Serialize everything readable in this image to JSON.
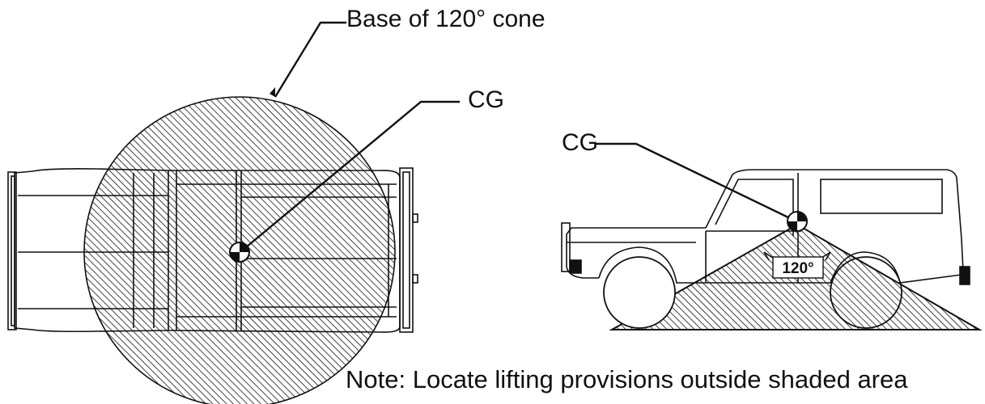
{
  "labels": {
    "cone_base": "Base of 120° cone",
    "cg_top": "CG",
    "cg_side": "CG",
    "angle": "120°",
    "note": "Note: Locate lifting provisions outside shaded area"
  },
  "colors": {
    "ink": "#111111",
    "paper": "#ffffff"
  }
}
